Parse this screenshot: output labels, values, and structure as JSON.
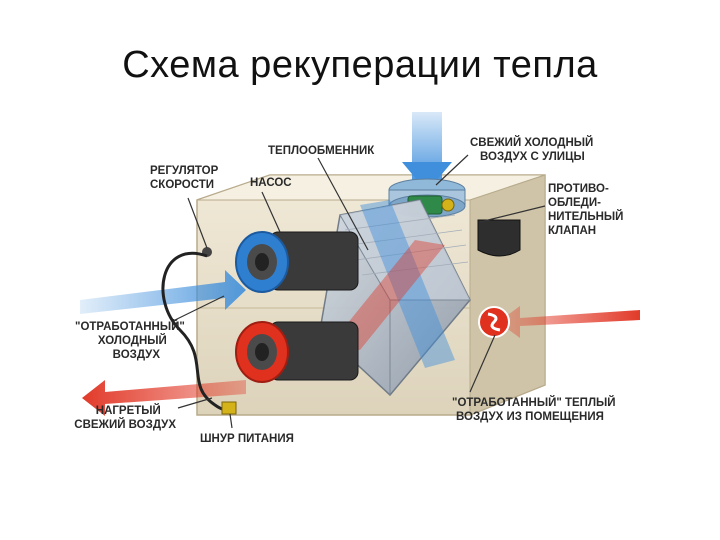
{
  "slide": {
    "title": "Схема рекуперации тепла"
  },
  "labels": {
    "speed_regulator": [
      "РЕГУЛЯТОР",
      "СКОРОСТИ"
    ],
    "heat_exchanger": [
      "ТЕПЛООБМЕННИК"
    ],
    "pump": [
      "НАСОС"
    ],
    "fresh_cold_air": [
      "СВЕЖИЙ ХОЛОДНЫЙ",
      "ВОЗДУХ С УЛИЦЫ"
    ],
    "anti_icing_valve": [
      "ПРОТИВО-",
      "ОБЛЕДИ-",
      "НИТЕЛЬНЫЙ",
      "КЛАПАН"
    ],
    "exhaust_cold_air": [
      "\"ОТРАБОТАННЫЙ\"",
      "ХОЛОДНЫЙ",
      "ВОЗДУХ"
    ],
    "heated_fresh_air": [
      "НАГРЕТЫЙ",
      "СВЕЖИЙ ВОЗДУХ"
    ],
    "power_cord": [
      "ШНУР ПИТАНИЯ"
    ],
    "exhaust_warm_air": [
      "\"ОТРАБОТАННЫЙ\" ТЕПЛЫЙ",
      "ВОЗДУХ ИЗ ПОМЕЩЕНИЯ"
    ]
  },
  "colors": {
    "cold_flow": "#3f8fdc",
    "warm_flow": "#e0301e",
    "housing": "#e8e0cc",
    "exchanger": "#b9c3cf"
  }
}
